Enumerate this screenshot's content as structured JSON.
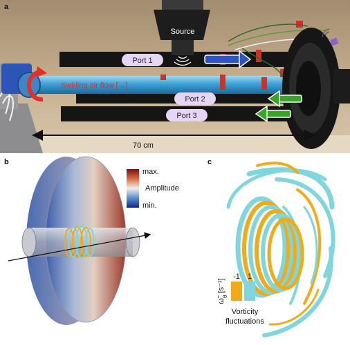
{
  "panels": {
    "a": {
      "letter": "a",
      "source_label": "Source",
      "ports": [
        "Port 1",
        "Port 2",
        "Port 3"
      ],
      "flow_label": "Swirling air flow [→]",
      "dimension_label": "70 cm"
    },
    "b": {
      "letter": "b",
      "colorbar_max": "max.",
      "colorbar_min": "min.",
      "colorbar_title": "Amplitude"
    },
    "c": {
      "letter": "c",
      "symbol": "ω̃",
      "symbol_sub": "θ",
      "symbol_unit": "[s⁻¹]",
      "val_neg": "-1",
      "val_pos": "1",
      "legend_line1": "Vorticity",
      "legend_line2": "fluctuations",
      "color_neg": "#f2ab18",
      "color_pos": "#7fd6dc"
    }
  }
}
